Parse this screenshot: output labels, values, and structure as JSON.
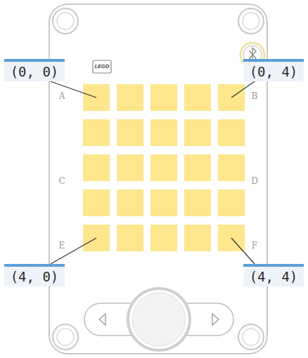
{
  "diagram": {
    "nodes": [
      {
        "text": [
          "(0, 0)"
        ]
      },
      {
        "text": [
          "(0, 4)"
        ]
      },
      {
        "text": [
          "(4, 0)"
        ]
      },
      {
        "text": [
          "(4, 4)"
        ]
      }
    ],
    "labels": [
      "LEGO",
      "A",
      "B",
      "C",
      "D",
      "E",
      "F"
    ]
  }
}
